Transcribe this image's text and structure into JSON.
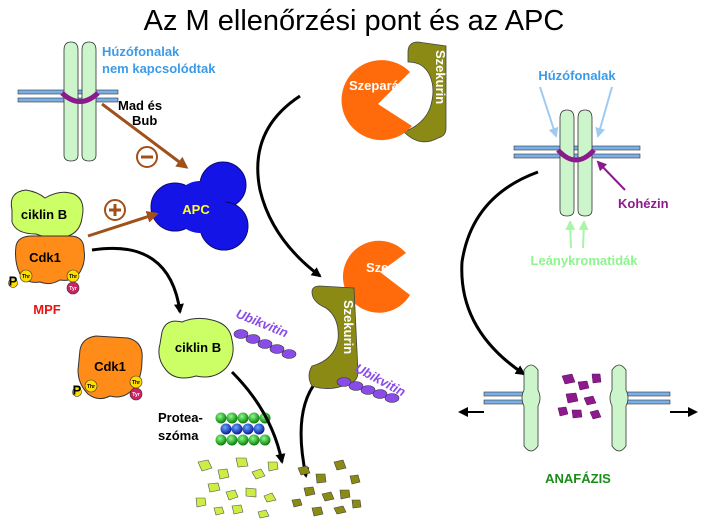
{
  "title": "Az M ellenőrzési pont és az APC",
  "labels": {
    "spindle_unattached_line1": "Húzófonalak",
    "spindle_unattached_line2": "nem kapcsolódtak",
    "mad_bub_line1": "Mad és",
    "mad_bub_line2": "Bub",
    "minus_sign": "⊖",
    "plus_sign": "⊕",
    "apc": "APC",
    "cyclin_b": "ciklin B",
    "cdk1": "Cdk1",
    "mpf": "MPF",
    "phospho_p": "P",
    "thr": "Thr",
    "tyr": "Tyr",
    "ubiquitin": "Ubikvitin",
    "proteasome_line1": "Protea-",
    "proteasome_line2": "szóma",
    "separase": "Szeparáz",
    "securin": "Szekurin",
    "spindle_fibers": "Húzófonalak",
    "cohesin": "Kohézin",
    "sister_chromatids": "Leánykromatidák",
    "anaphase": "ANAFÁZIS"
  },
  "colors": {
    "spindle_label": "#3c9be8",
    "arrow_brown": "#a0501a",
    "apc_blue": "#1414e6",
    "apc_text": "#ffff33",
    "cyclin_green": "#ccff66",
    "cdk_orange": "#ff8c19",
    "mpf_red": "#e81414",
    "separase_orange": "#ff6a0a",
    "securin_olive": "#8a8a14",
    "ubiquitin_purple": "#8a4ce8",
    "cohesin_purple": "#8c1a8c",
    "chromatid_green": "#ccf5cc",
    "sister_label_green": "#8cf58c",
    "anaphase_green": "#1a8c1a",
    "fragment_green": "#ccee44",
    "fragment_olive": "#8a8a14"
  }
}
